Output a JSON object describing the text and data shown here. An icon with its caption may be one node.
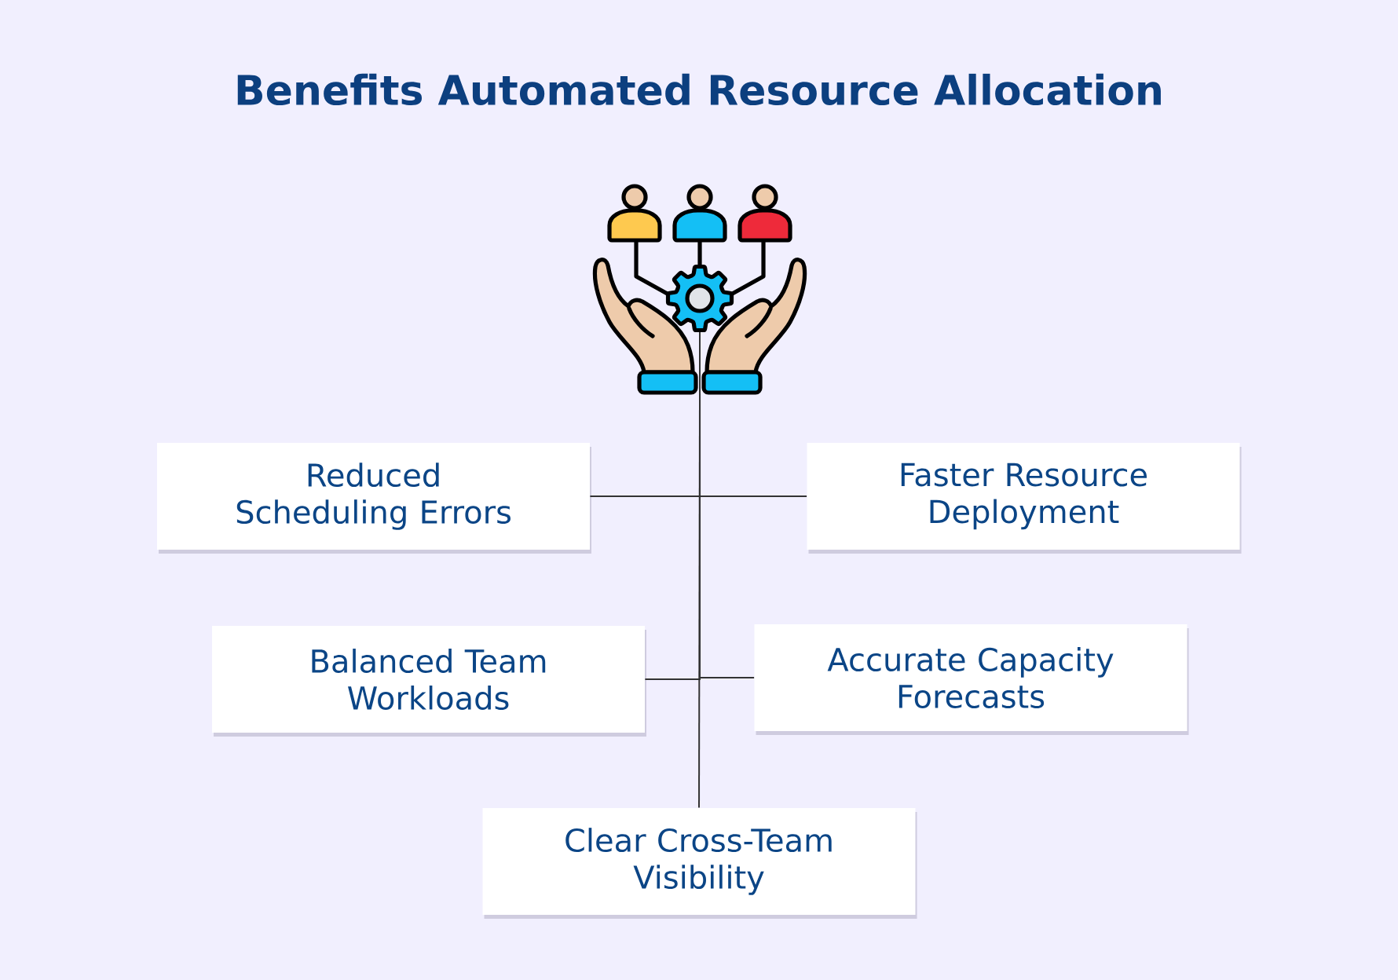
{
  "diagram": {
    "title": "Benefits Automated Resource Allocation",
    "nodes": [
      {
        "text": [],
        "shape": "picture"
      },
      {
        "text": [
          "Reduced Scheduling Errors"
        ]
      },
      {
        "text": [
          "Faster Resource Deployment"
        ]
      },
      {
        "text": [
          "Balanced Team Workloads"
        ]
      },
      {
        "text": [
          "Accurate Capacity Forecasts"
        ]
      },
      {
        "text": [
          "Clear Cross-Team Visibility"
        ]
      }
    ],
    "edges": [
      {
        "from": 0,
        "to": 1,
        "arrow": "none"
      },
      {
        "from": 0,
        "to": 2,
        "arrow": "none"
      },
      {
        "from": 0,
        "to": 3,
        "arrow": "none"
      },
      {
        "from": 0,
        "to": 4,
        "arrow": "none"
      },
      {
        "from": 0,
        "to": 5,
        "arrow": "none"
      }
    ]
  }
}
